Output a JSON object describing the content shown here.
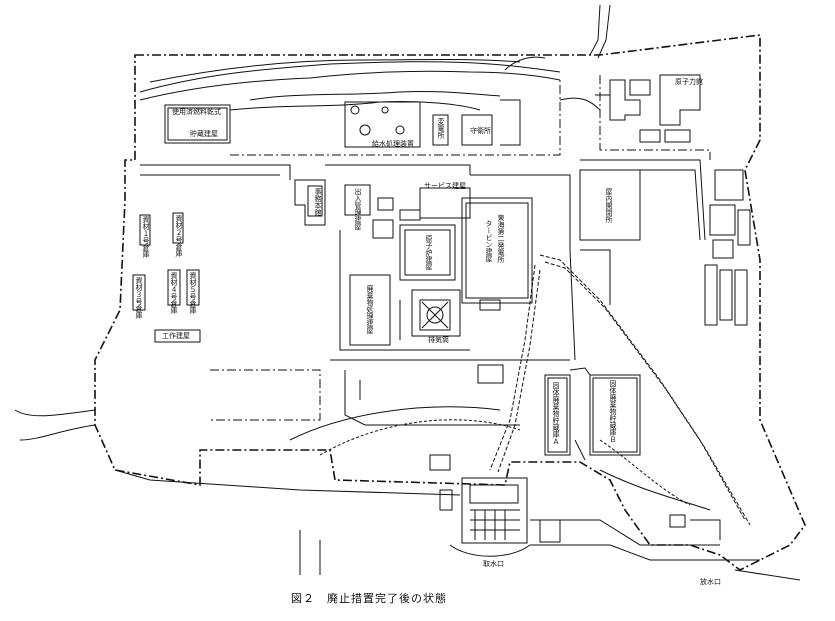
{
  "caption": "図２　廃止措置完了後の状態",
  "labels": {
    "spent_fuel_storage_1": "使用済燃料乾式",
    "spent_fuel_storage_2": "貯蔵建屋",
    "water_treatment": "給水処理装置",
    "substation": "変電所",
    "guard_house": "守衛所",
    "genshiryokukan": "原子力館",
    "admin_building": "事務本館",
    "entry_control": "出入管理建屋",
    "service_building": "サービス建屋",
    "reactor_building": "原子炉建屋",
    "tokai2": "東海第二発電所",
    "turbine_building": "タービン建屋",
    "indoor_switchyard": "屋内開閉所",
    "waste_treatment": "廃棄物処理建屋",
    "stack": "排気筒",
    "material_1": "資材１号倉庫",
    "material_2": "資材２号倉庫",
    "material_3": "資材３号倉庫",
    "material_4": "資材４号倉庫",
    "material_5": "資材５号倉庫",
    "workshop": "工作建屋",
    "solid_waste_a": "固体廃棄物貯蔵庫Ａ",
    "solid_waste_b": "固体廃棄物貯蔵庫Ｂ",
    "intake": "取水口",
    "outlet": "放水口"
  },
  "colors": {
    "line": "#111111",
    "background": "#ffffff"
  }
}
